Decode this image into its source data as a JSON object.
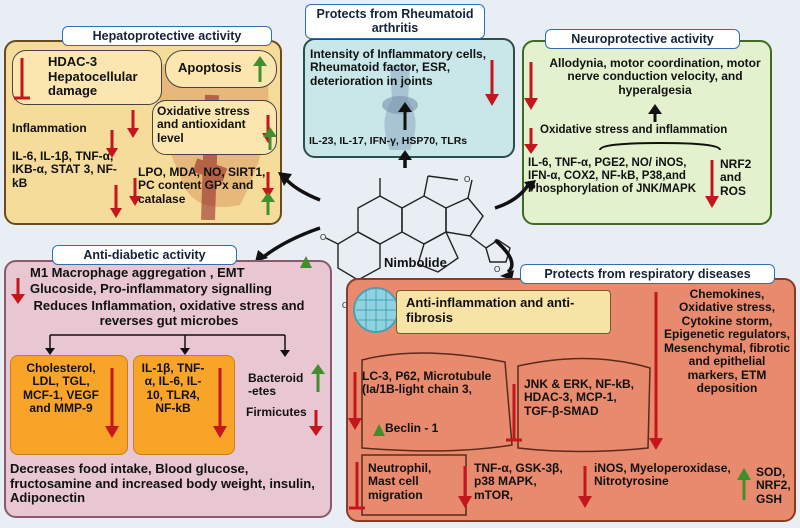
{
  "center": {
    "label": "Nimbolide"
  },
  "hepato": {
    "title": "Hepatoprotective activity",
    "hdac": "HDAC-3 Hepatocellular damage",
    "apoptosis": "Apoptosis",
    "inflammation": "Inflammation",
    "oxidative": "Oxidative stress and antioxidant level",
    "cytokines": "IL-6, IL-1β, TNF-α, IKB-α, STAT 3, NF-kB",
    "markers": "LPO, MDA, NO, SIRT1, PC content GPx and catalase"
  },
  "rheum": {
    "title": "Protects from Rheumatoid arthritis",
    "intensity": "Intensity of Inflammatory cells, Rheumatoid factor, ESR, deterioration in joints",
    "markers": "IL-23, IL-17, IFN-γ, HSP70, TLRs"
  },
  "neuro": {
    "title": "Neuroprotective activity",
    "symptoms": "Allodynia, motor coordination, motor nerve conduction velocity, and hyperalgesia",
    "oxidative": "Oxidative stress and inflammation",
    "markers": "IL-6, TNF-α, PGE2, NO/ iNOS, IFN-α, COX2, NF-kB, P38,and Phosphorylation of JNK/MAPK",
    "nrf2": "NRF2 and ROS"
  },
  "diabetic": {
    "title": "Anti-diabetic activity",
    "m1": "M1 Macrophage aggregation , EMT",
    "glucoside": "Glucoside, Pro-inflammatory signalling",
    "reduces": "Reduces Inflammation, oxidative stress and reverses gut microbes",
    "box1": "Cholesterol, LDL, TGL, MCF-1, VEGF and MMP-9",
    "box2": "IL-1β, TNF-α, IL-6, IL-10, TLR4, NF-kB",
    "bacteroid": "Bacteroid -etes",
    "firmicutes": "Firmicutes",
    "decreases": "Decreases food intake, Blood glucose, fructosamine and increased body weight, insulin, Adiponectin"
  },
  "resp": {
    "title": "Protects from respiratory diseases",
    "anti": "Anti-inflammation and anti-fibrosis",
    "chemokines": "Chemokines, Oxidative stress, Cytokine storm, Epigenetic regulators, Mesenchymal, fibrotic and epithelial markers, ETM deposition",
    "lc3": "LC-3, P62, Microtubule (Ia/1B-light chain 3,",
    "beclin": "Beclin - 1",
    "jnk": "JNK & ERK, NF-kB, HDAC-3, MCP-1, TGF-β-SMAD",
    "neutrophil": "Neutrophil, Mast cell migration",
    "tnf": "TNF-α, GSK-3β, p38 MAPK, mTOR,",
    "inos": "iNOS, Myeloperoxidase, Nitrotyrosine",
    "sod": "SOD, NRF2, GSH"
  },
  "colors": {
    "down": "#c4161c",
    "up": "#3f8f2e",
    "border": "#6b4a1e",
    "title_border": "#2f6fb0"
  }
}
